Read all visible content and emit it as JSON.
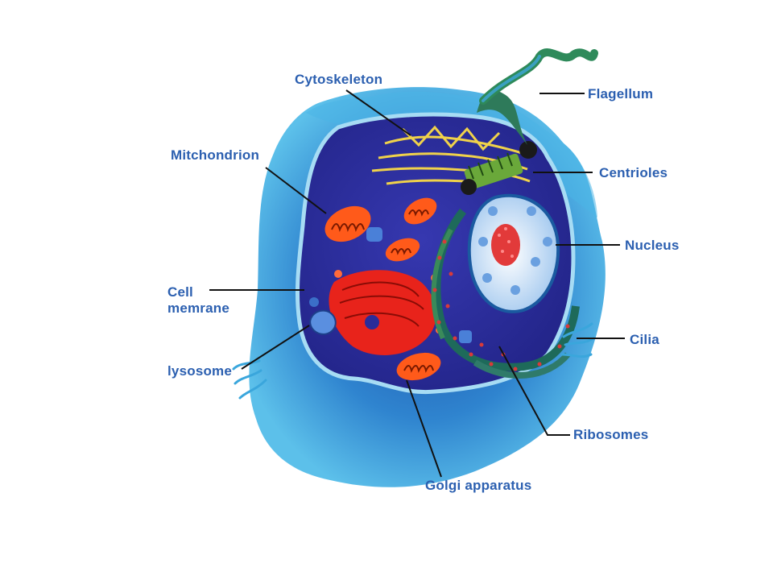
{
  "labels": {
    "cytoskeleton": "Cytoskeleton",
    "flagellum": "Flagellum",
    "mitochondrion": "Mitchondrion",
    "centrioles": "Centrioles",
    "nucleus": "Nucleus",
    "cell_membrane_line1": "Cell",
    "cell_membrane_line2": "memrane",
    "cilia": "Cilia",
    "lysosome": "lysosome",
    "ribosomes": "Ribosomes",
    "golgi": "Golgi apparatus"
  },
  "colors": {
    "label_text": "#2b5fb0",
    "outer_membrane": "#3aa6dc",
    "inner_membrane": "#9fd8f2",
    "cytoplasm": "#2a2c9a",
    "mitochondria": "#ff5a1a",
    "golgi": "#e8231b",
    "er": "#1e6a5a",
    "nucleus": "#eaf3ff",
    "nucleolus": "#e23a3a",
    "flagellum": "#2e7a5a"
  },
  "icons": [
    "cell-diagram"
  ]
}
